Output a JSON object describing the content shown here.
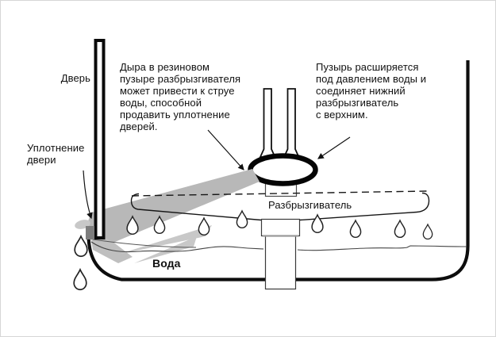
{
  "labels": {
    "door": "Дверь",
    "door_seal": "Уплотнение\nдвери",
    "sprayer": "Разбрызгиватель",
    "water": "Вода"
  },
  "notes": {
    "hole_note": "Дыра в резиновом\nпузыре разбрызгивателя\nможет привести к струе\nводы, способной\nпродавить уплотнение\nдверей.",
    "bubble_note": "Пузырь расширяется\nпод давлением воды и\nсоединяет нижний\nразбрызгиватель\nс верхним."
  },
  "colors": {
    "ink": "#111111",
    "jet_gray": "#b8b8b8",
    "splash_gray": "#c8c8c8",
    "corner_splash_gray": "#bfbfbf",
    "seal_gray": "#7d7d7d",
    "border": "#d6d6d6",
    "background": "#ffffff"
  }
}
